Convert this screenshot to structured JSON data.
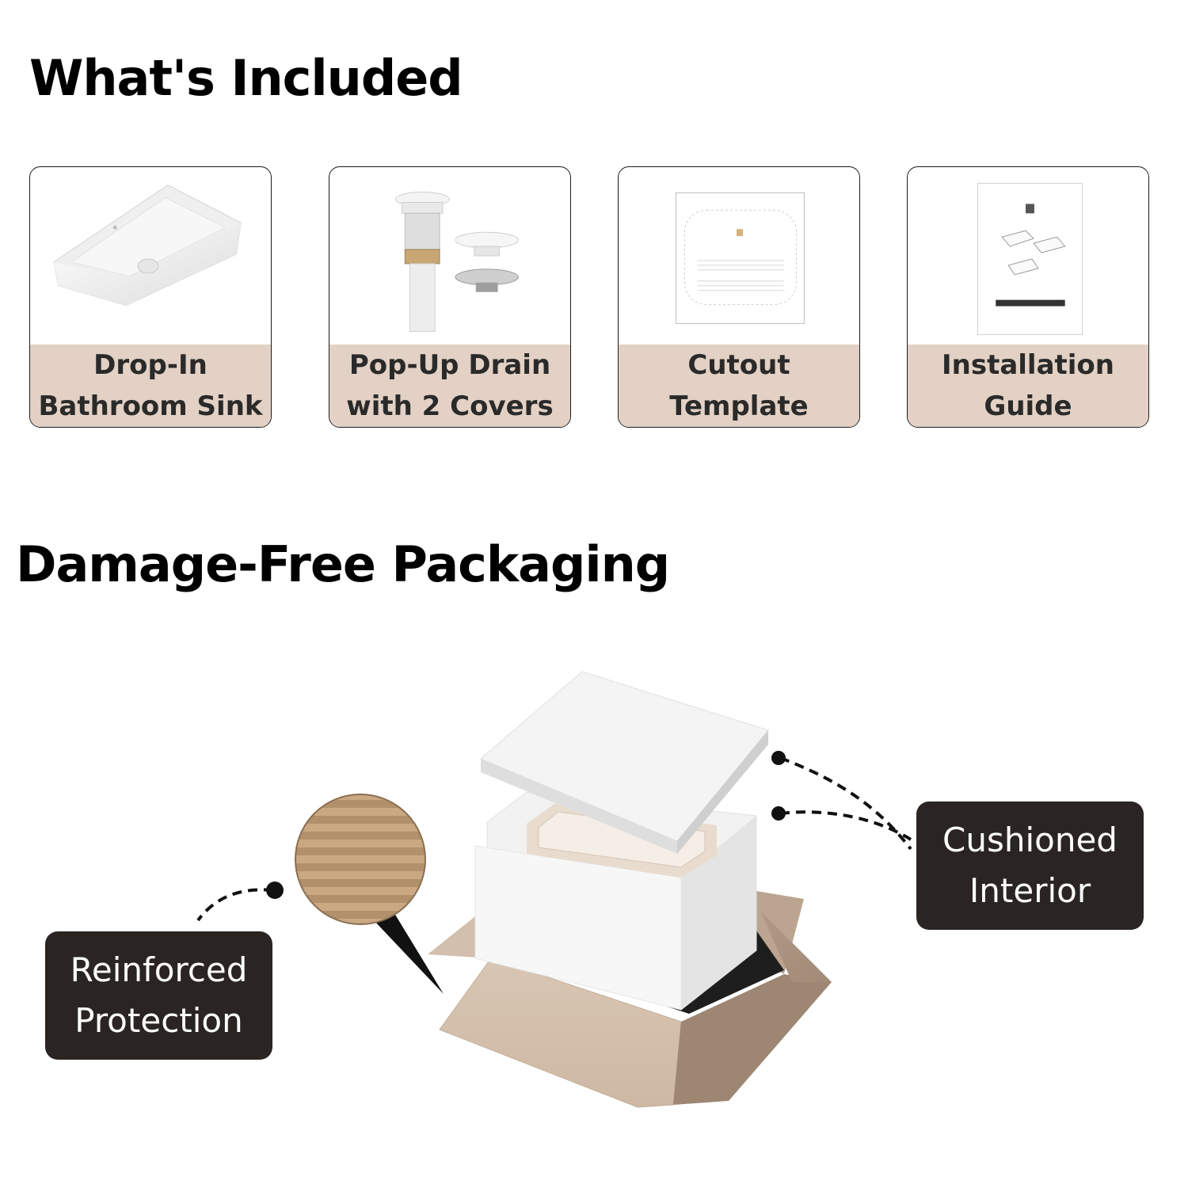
{
  "included": {
    "title": "What's Included",
    "items": [
      {
        "lines": [
          "Drop-In",
          "Bathroom Sink"
        ]
      },
      {
        "lines": [
          "Pop-Up Drain",
          "with 2 Covers"
        ]
      },
      {
        "lines": [
          "Cutout",
          "Template"
        ]
      },
      {
        "lines": [
          "Installation",
          "Guide"
        ]
      }
    ]
  },
  "packaging": {
    "title": "Damage-Free Packaging",
    "cushioned_lines": [
      "Cushioned",
      "Interior"
    ],
    "reinforced_lines": [
      "Reinforced",
      "Protection"
    ]
  },
  "colors": {
    "caption_bg": "#e2d1c4",
    "tag_bg": "#2a2523",
    "cardboard": "#c9b39e"
  }
}
